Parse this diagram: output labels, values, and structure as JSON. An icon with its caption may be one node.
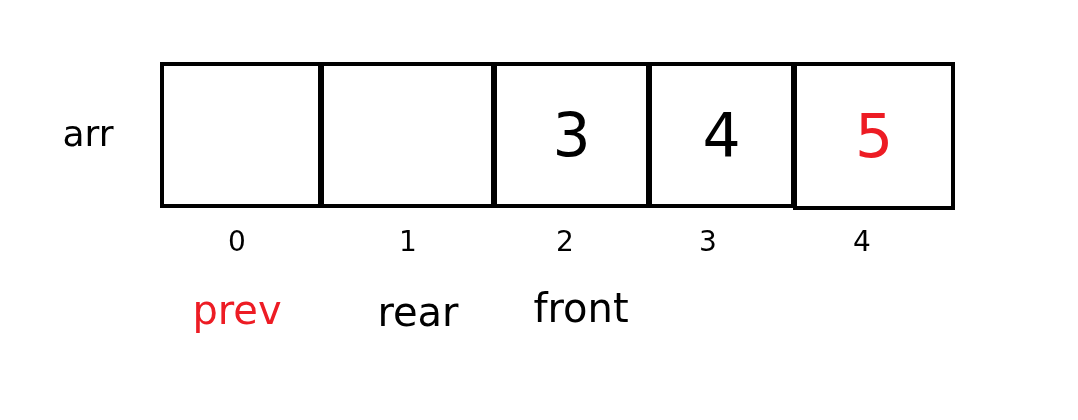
{
  "diagram": {
    "nodes": [
      {
        "text": [],
        "shape": "box"
      },
      {
        "text": [],
        "shape": "box"
      },
      {
        "text": [
          "3"
        ]
      },
      {
        "text": [
          "4"
        ]
      },
      {
        "text": [
          "5"
        ]
      }
    ],
    "labels": [
      "arr",
      "0",
      "1",
      "2",
      "3",
      "4",
      "prev",
      "rear",
      "front"
    ]
  }
}
